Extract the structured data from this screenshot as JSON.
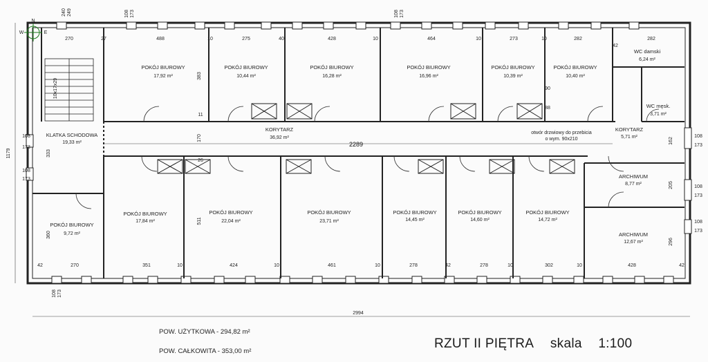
{
  "compass": {
    "north": "N",
    "west": "W",
    "east": "E"
  },
  "rooms": {
    "stair": {
      "name": "KLATKA SCHODOWA",
      "area": "19,33 m²"
    },
    "r1": {
      "name": "POKÓJ BIUROWY",
      "area": "17,92 m²"
    },
    "r2": {
      "name": "POKÓJ BIUROWY",
      "area": "10,44 m²"
    },
    "r3": {
      "name": "POKÓJ BIUROWY",
      "area": "16,28 m²"
    },
    "r4": {
      "name": "POKÓJ BIUROWY",
      "area": "16,96 m²"
    },
    "r5": {
      "name": "POKÓJ BIUROWY",
      "area": "10,39 m²"
    },
    "r6": {
      "name": "POKÓJ BIUROWY",
      "area": "10,40 m²"
    },
    "wcd": {
      "name": "WC damski",
      "area": "6,24 m²"
    },
    "wcm": {
      "name": "WC męsk.",
      "area": "3,71 m²"
    },
    "kor1": {
      "name": "KORYTARZ",
      "area": "36,92 m²"
    },
    "kor2": {
      "name": "KORYTARZ",
      "area": "5,71 m²"
    },
    "b0": {
      "name": "POKÓJ BIUROWY",
      "area": "9,72 m²"
    },
    "b1": {
      "name": "POKÓJ BIUROWY",
      "area": "17,84 m²"
    },
    "b2": {
      "name": "POKÓJ BIUROWY",
      "area": "22,04 m²"
    },
    "b3": {
      "name": "POKÓJ BIUROWY",
      "area": "23,71 m²"
    },
    "b4": {
      "name": "POKÓJ BIUROWY",
      "area": "14,45 m²"
    },
    "b5": {
      "name": "POKÓJ BIUROWY",
      "area": "14,60 m²"
    },
    "b6": {
      "name": "POKÓJ BIUROWY",
      "area": "14,72 m²"
    },
    "arch1": {
      "name": "ARCHIWUM",
      "area": "8,77 m²"
    },
    "arch2": {
      "name": "ARCHIWUM",
      "area": "12,67 m²"
    }
  },
  "notes": {
    "door1": "otwór drzwiowy do przebicia",
    "door2": "o wym. 90x210",
    "stairs": "10x17x29"
  },
  "dims": {
    "top": [
      "270",
      "488",
      "10",
      "275",
      "40",
      "428",
      "10",
      "464",
      "10",
      "273",
      "10",
      "282",
      "42",
      "282",
      "27"
    ],
    "bottom": [
      "42",
      "270",
      "351",
      "10",
      "424",
      "10",
      "461",
      "10",
      "278",
      "42",
      "278",
      "10",
      "302",
      "10",
      "428",
      "42"
    ],
    "corridor": "2289",
    "total_width": "2994",
    "total_height": "1179",
    "left": [
      "333",
      "360",
      "383",
      "511"
    ],
    "right": [
      "205",
      "296"
    ],
    "window_a": "108",
    "window_b": "173",
    "misc": [
      "170",
      "240",
      "249",
      "90",
      "88",
      "11",
      "26",
      "162"
    ]
  },
  "summary": {
    "usable_label": "POW. UŻYTKOWA - 294,82 m²",
    "total_label": "POW. CAŁKOWITA - 353,00 m²"
  },
  "title": {
    "main": "RZUT  II PIĘTRA",
    "scale_label": "skala",
    "scale": "1:100"
  }
}
